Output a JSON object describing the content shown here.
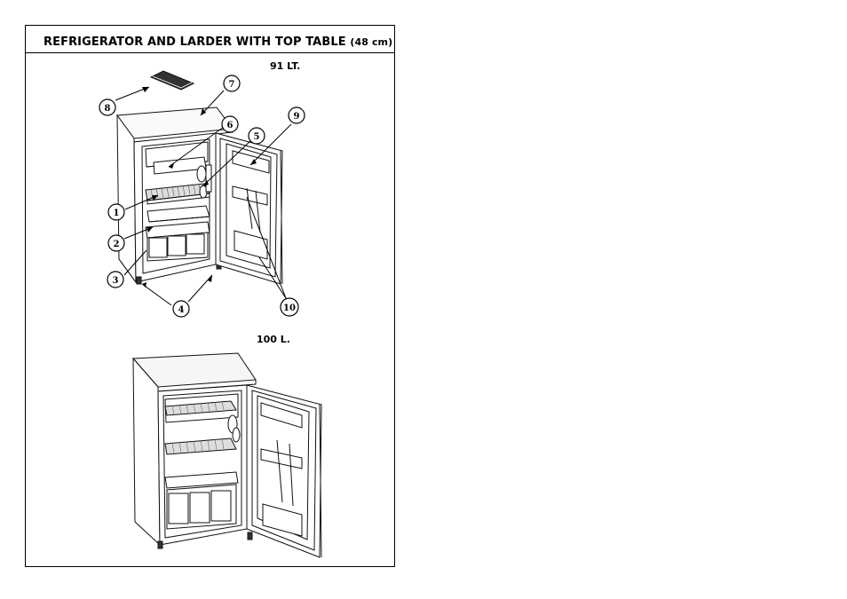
{
  "header": {
    "title": "REFRIGERATOR AND LARDER WITH TOP TABLE",
    "title_unit": "(48 cm)"
  },
  "models": [
    {
      "label": "91 LT."
    },
    {
      "label": "100 L."
    }
  ],
  "callouts": [
    "1",
    "2",
    "3",
    "4",
    "5",
    "6",
    "7",
    "8",
    "9",
    "10"
  ]
}
